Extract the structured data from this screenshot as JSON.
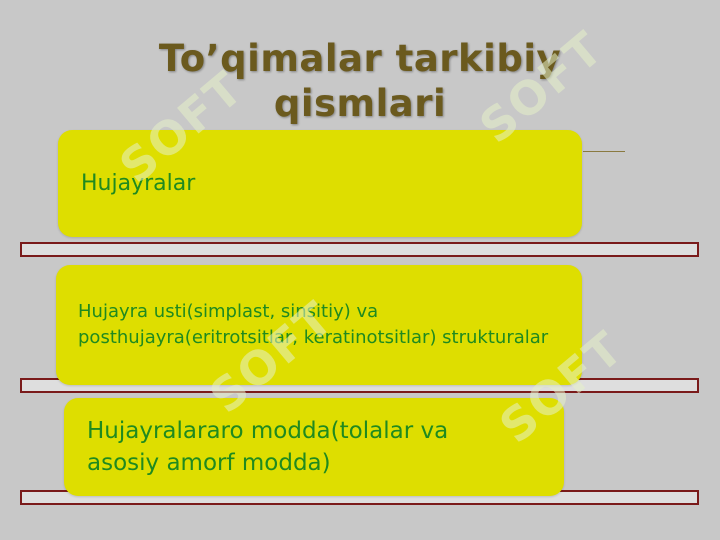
{
  "slide": {
    "title_line1": "To’qimalar tarkibiy",
    "title_line2": "qismlari",
    "items": [
      {
        "text": "Hujayralar"
      },
      {
        "text": "Hujayra usti(simplast, sinsitiy) va posthujayra(eritrotsitlar, keratinotsitlar) strukturalar"
      },
      {
        "text": "Hujayralararo modda(tolalar va asosiy amorf modda)"
      }
    ],
    "watermark": "SOFT"
  },
  "colors": {
    "background": "#c8c8c8",
    "title": "#6b5a1e",
    "box_fill": "#dede00",
    "box_text": "#1f8a1f",
    "band_border": "#7a1a1a"
  }
}
